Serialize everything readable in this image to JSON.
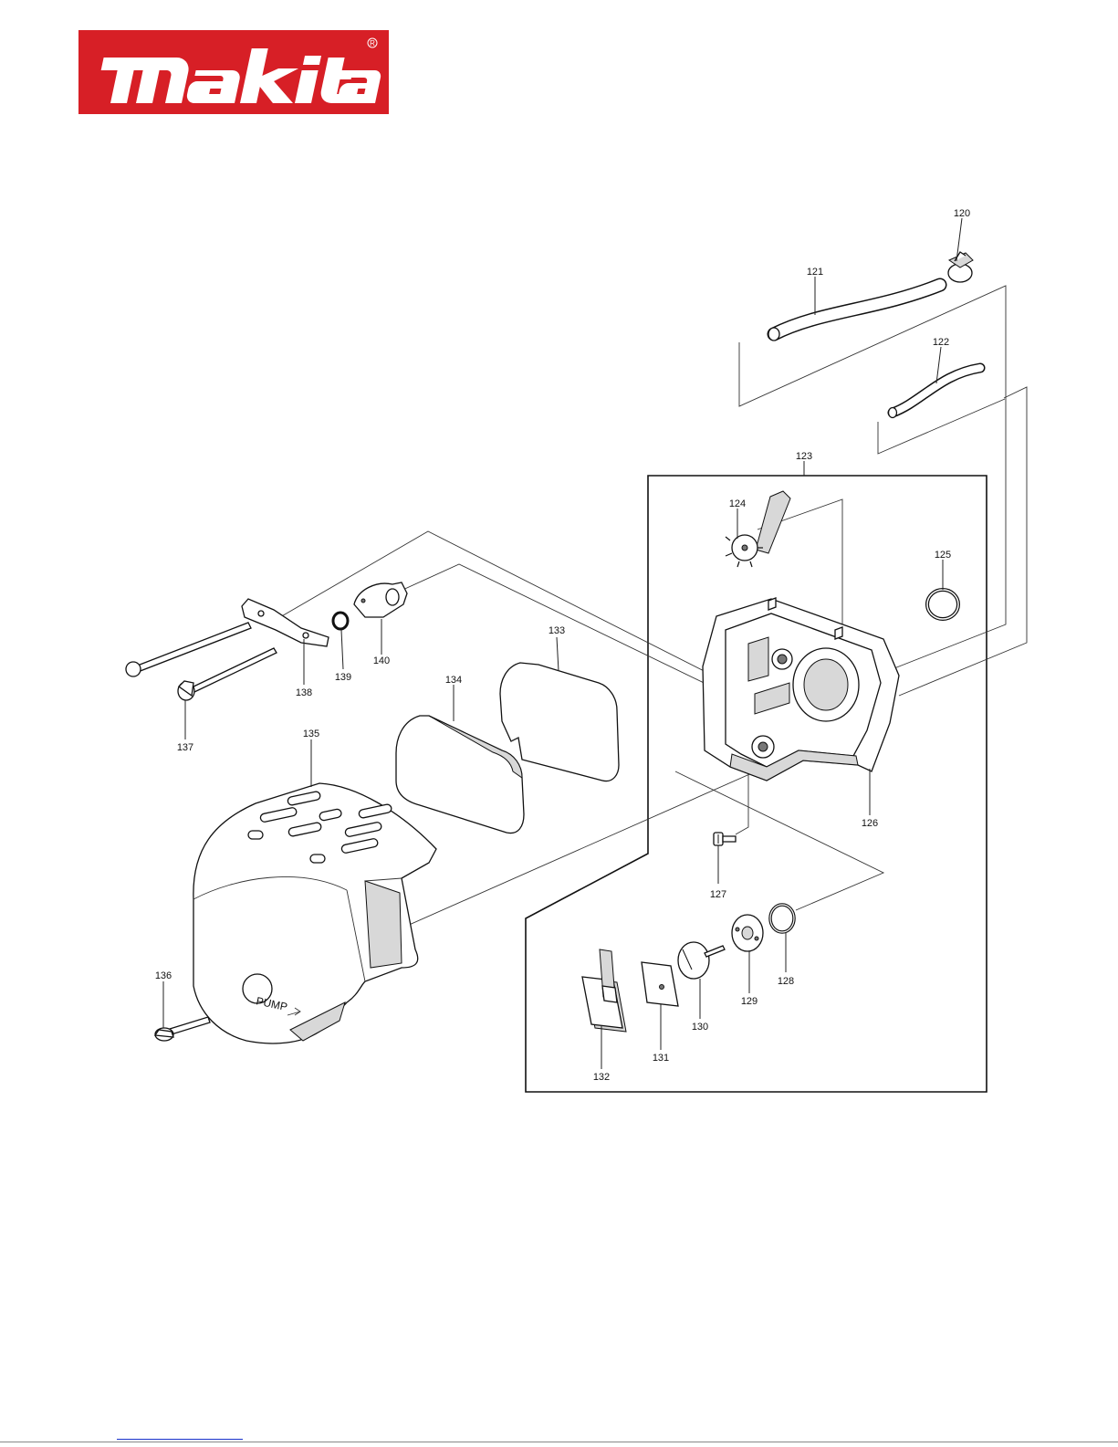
{
  "brand": {
    "name": "makita",
    "registered_mark": "®",
    "color": "#D71F26"
  },
  "cover_labels": {
    "pump": "PUMP"
  },
  "parts": [
    {
      "num": "120"
    },
    {
      "num": "121"
    },
    {
      "num": "122"
    },
    {
      "num": "123"
    },
    {
      "num": "124"
    },
    {
      "num": "125"
    },
    {
      "num": "126"
    },
    {
      "num": "127"
    },
    {
      "num": "128"
    },
    {
      "num": "129"
    },
    {
      "num": "130"
    },
    {
      "num": "131"
    },
    {
      "num": "132"
    },
    {
      "num": "133"
    },
    {
      "num": "134"
    },
    {
      "num": "135"
    },
    {
      "num": "136"
    },
    {
      "num": "137"
    },
    {
      "num": "138"
    },
    {
      "num": "139"
    },
    {
      "num": "140"
    }
  ]
}
